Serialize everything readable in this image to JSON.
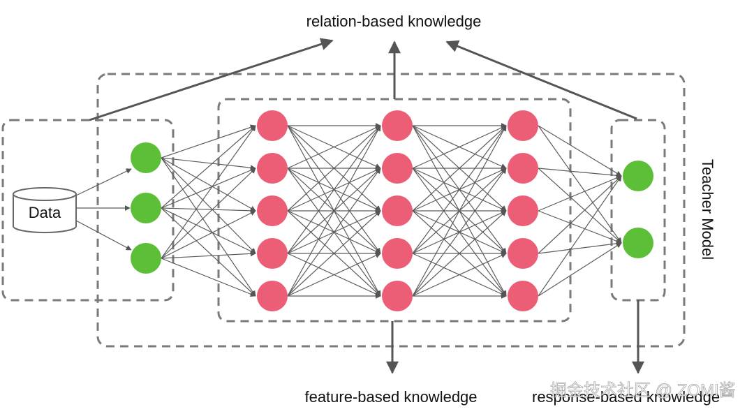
{
  "labels": {
    "relation": "relation-based knowledge",
    "feature": "feature-based knowledge",
    "response": "response-based knowledge",
    "teacher": "Teacher Model",
    "data": "Data"
  },
  "watermark": "掘金技术社区 @ ZOMI酱",
  "network": {
    "input_nodes": 3,
    "hidden_layers": 3,
    "hidden_nodes_per_layer": 5,
    "output_nodes": 2,
    "fully_connected": true
  },
  "colors": {
    "input_node": "#5cbf37",
    "hidden_node": "#ec5e76",
    "output_node": "#5cbf37",
    "edge": "#5c5c5c",
    "box_border": "#7a7a7a"
  },
  "icons": {
    "data": "database-cylinder-icon"
  }
}
